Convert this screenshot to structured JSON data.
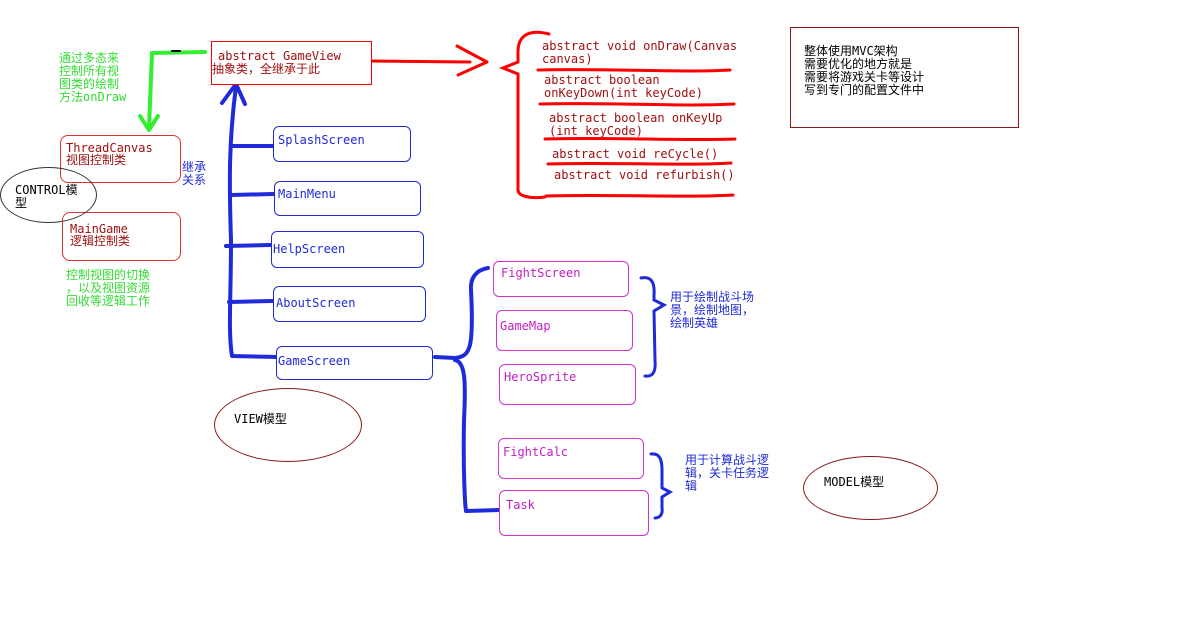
{
  "colors": {
    "red": "#ff0000",
    "blue": "#1f2ad8",
    "green": "#33ee33",
    "magenta": "#d230d2",
    "dark_red": "#8b1a1a"
  },
  "base": {
    "line1": "abstract GameView",
    "line2": "抽象类，全继承于此"
  },
  "abstract_methods": [
    {
      "line1": "abstract void onDraw(Canvas",
      "line2": "canvas)"
    },
    {
      "line1": "abstract boolean",
      "line2": "onKeyDown(int keyCode)"
    },
    {
      "line1": "abstract boolean onKeyUp",
      "line2": "(int keyCode)"
    },
    {
      "line1": "abstract void reCycle()",
      "line2": ""
    },
    {
      "line1": "abstract void refurbish()",
      "line2": ""
    }
  ],
  "note_mvc": {
    "lines": [
      "整体使用MVC架构",
      "需要优化的地方就是",
      "需要将游戏关卡等设计",
      "写到专门的配置文件中"
    ]
  },
  "green_note": {
    "lines": [
      "通过多态来",
      "控制所有视",
      "图类的绘制",
      "方法onDraw"
    ]
  },
  "control": {
    "thread_canvas": {
      "line1": "ThreadCanvas",
      "line2": "视图控制类"
    },
    "main_game": {
      "line1": "MainGame",
      "line2": "逻辑控制类"
    },
    "oval_label": {
      "line1": "CONTROL模",
      "line2": "型"
    },
    "note_lines": [
      "控制视图的切换",
      "，以及视图资源",
      "回收等逻辑工作"
    ]
  },
  "inheritance_label": {
    "line1": "继承",
    "line2": "关系"
  },
  "views": [
    "SplashScreen",
    "MainMenu",
    "HelpScreen",
    "AboutScreen",
    "GameScreen"
  ],
  "view_oval": "VIEW模型",
  "game_children": [
    "FightScreen",
    "GameMap",
    "HeroSprite"
  ],
  "game_children_note": [
    "用于绘制战斗场",
    "景，绘制地图，",
    "绘制英雄"
  ],
  "model_children": [
    "FightCalc",
    "Task"
  ],
  "model_children_note": [
    "用于计算战斗逻",
    "辑，关卡任务逻",
    "辑"
  ],
  "model_oval": "MODEL模型"
}
